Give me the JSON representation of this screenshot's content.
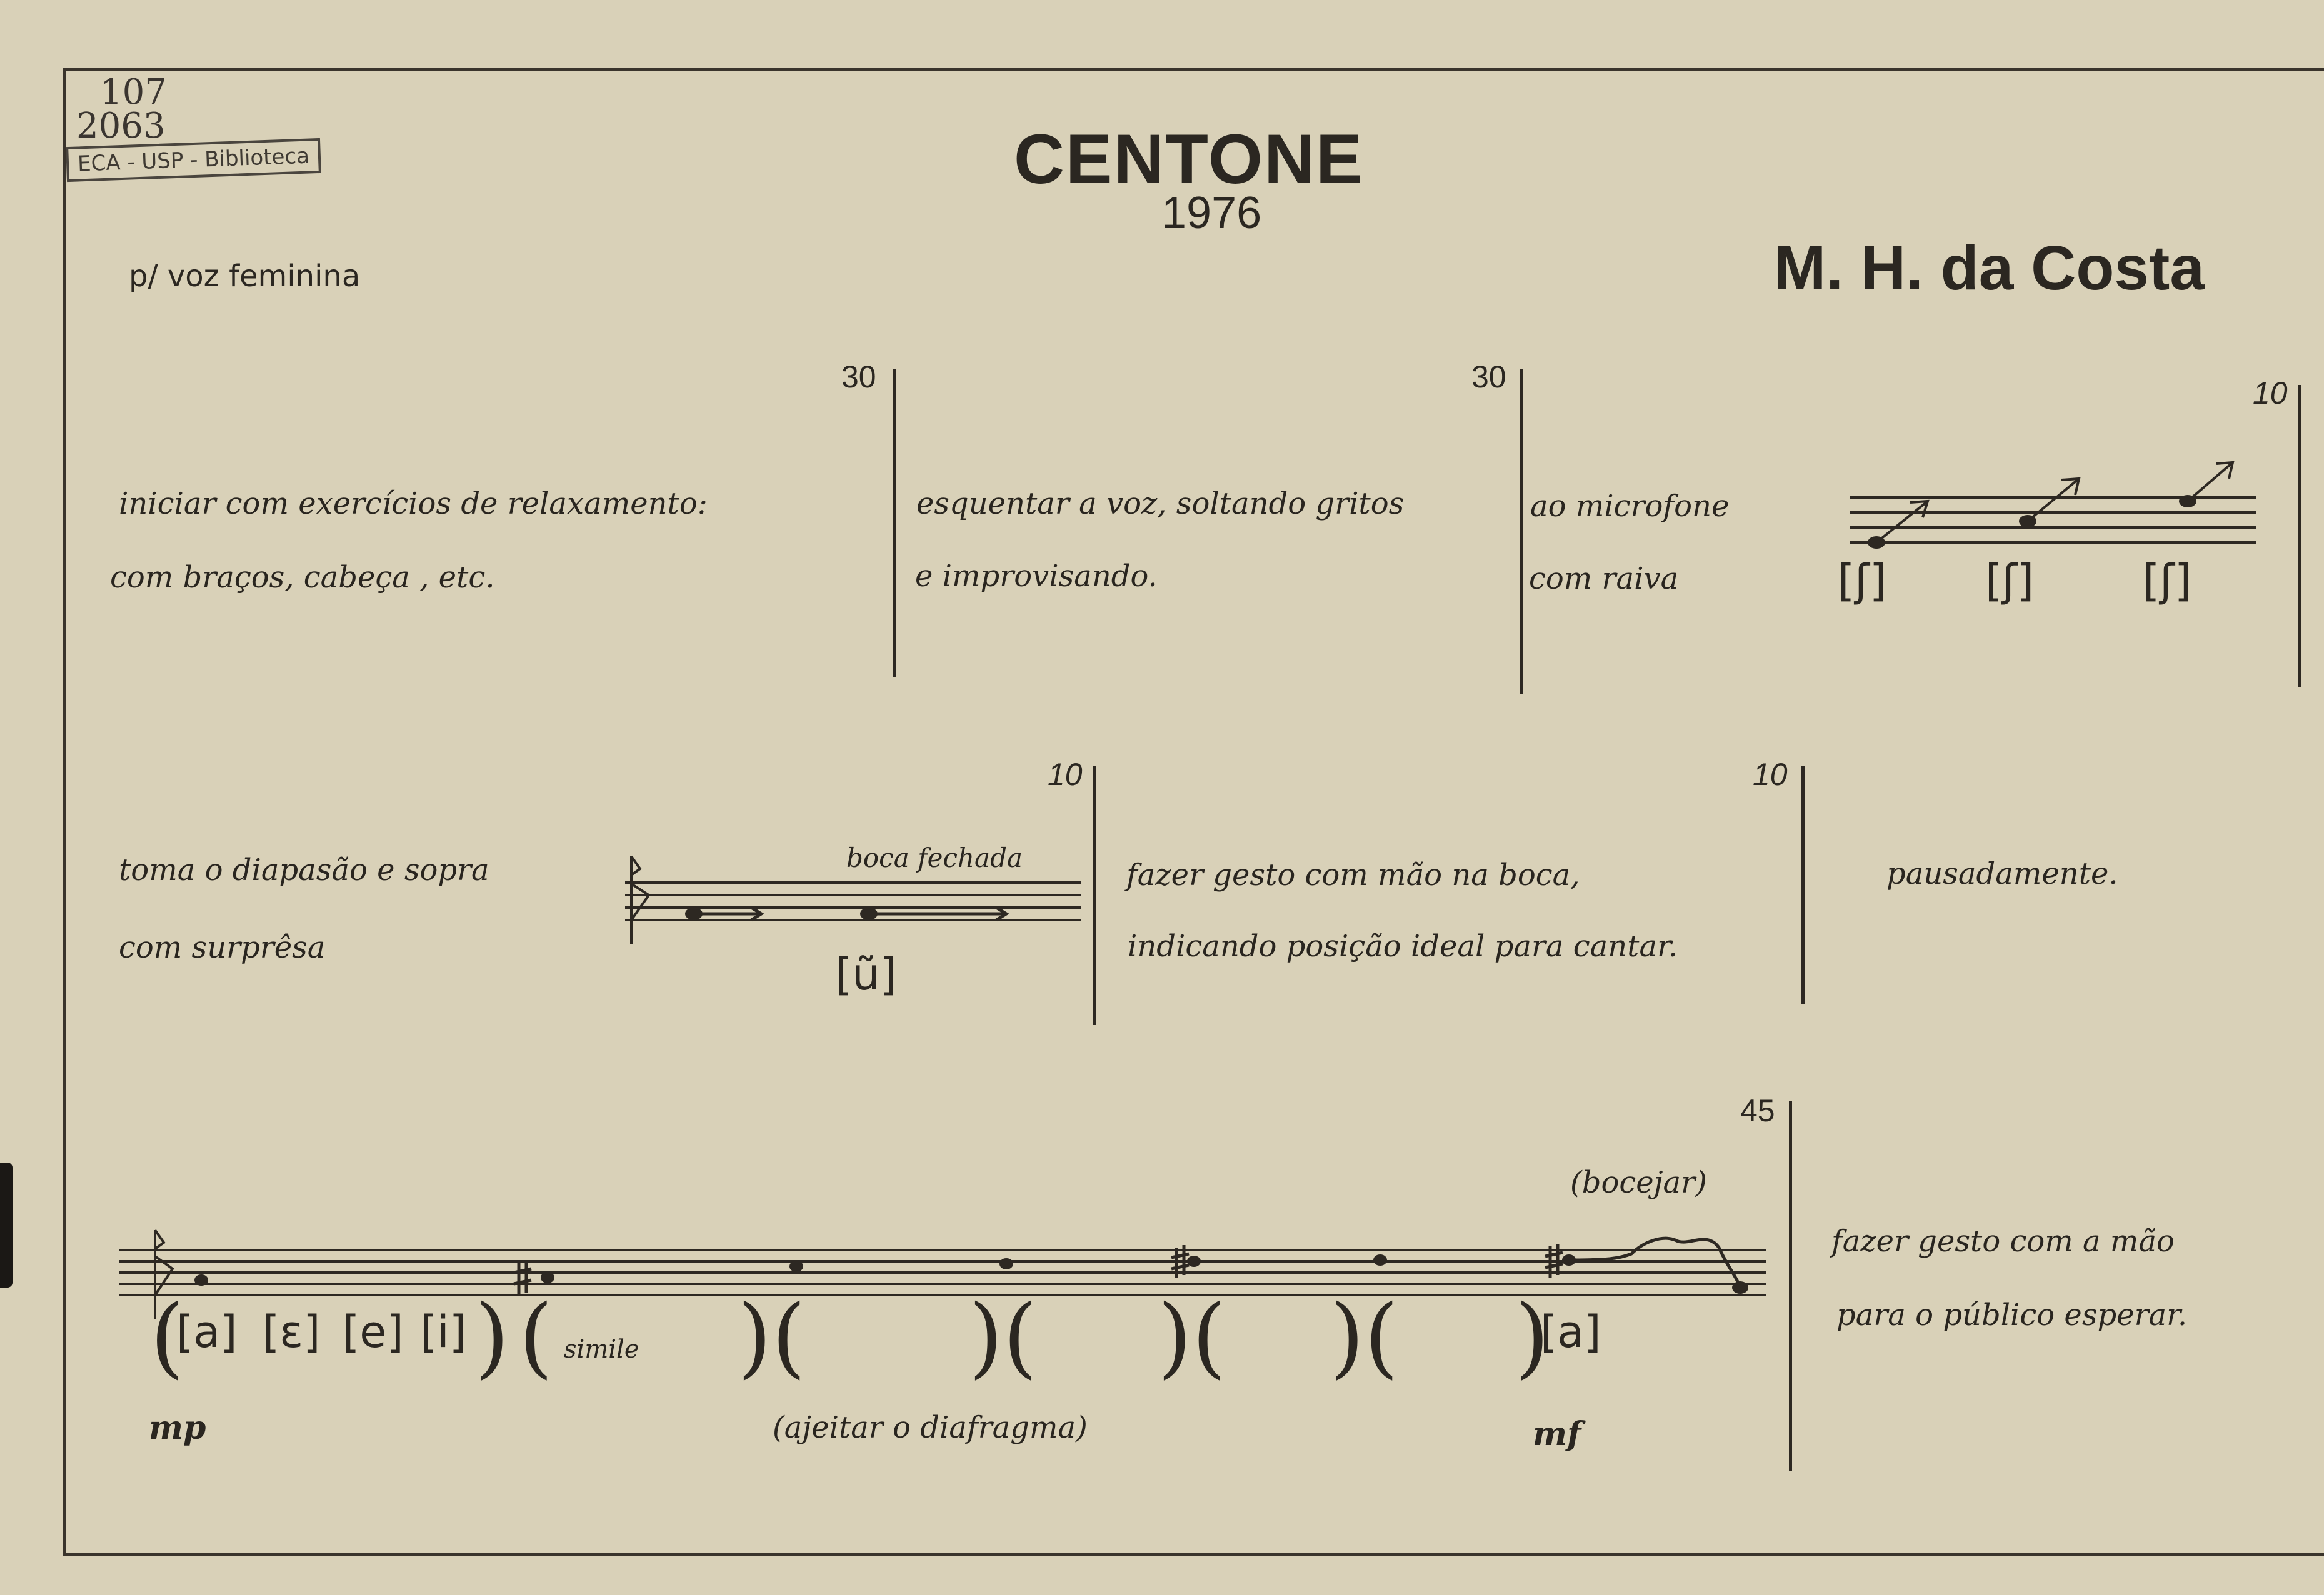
{
  "archive": {
    "number_top": "107",
    "number_bottom": "2063",
    "stamp": "ECA - USP - Biblioteca"
  },
  "header": {
    "title": "CENTONE",
    "year": "1976",
    "composer": "M. H. da Costa",
    "instrumentation": "p/ voz feminina"
  },
  "system1": {
    "sec1": {
      "dur": "30",
      "line1": "iniciar com exercícios de relaxamento:",
      "line2": "com braços, cabeça , etc."
    },
    "sec2": {
      "dur": "30",
      "line1": "esquentar a voz, soltando gritos",
      "line2": "e improvisando."
    },
    "sec3": {
      "dur": "10",
      "line1": "ao microfone",
      "line2": "com raiva",
      "syllables": [
        "[ʃ]",
        "[ʃ]",
        "[ʃ]"
      ]
    }
  },
  "system2": {
    "sec1": {
      "dur": "10",
      "line1": "toma o diapasão e sopra",
      "line2": "com surprêsa",
      "staff_label": "boca fechada",
      "syllable": "[ũ]"
    },
    "sec2": {
      "dur": "10",
      "line1": "fazer gesto com mão na boca,",
      "line2": "indicando posição ideal para cantar."
    },
    "sec3": {
      "text": "pausadamente."
    }
  },
  "system3": {
    "sec1": {
      "dur": "45",
      "syllables": [
        "[a]",
        "[ɛ]",
        "[e]",
        "[i]"
      ],
      "simile": "simile",
      "bocejar": "(bocejar)",
      "final_syllable": "[a]",
      "annotation": "(ajeitar o diafragma)",
      "dyn_start": "mp",
      "dyn_end": "mf"
    },
    "sec2": {
      "line1": "fazer gesto com a mão",
      "line2": "para o público esperar."
    }
  }
}
